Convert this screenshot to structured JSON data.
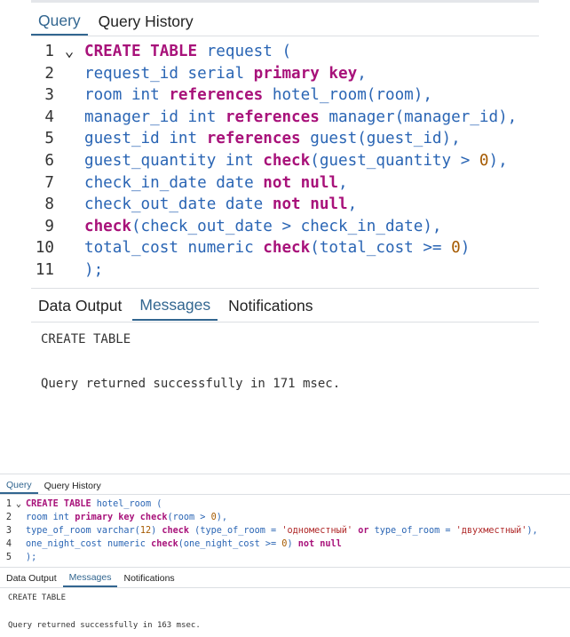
{
  "top": {
    "tabs": [
      {
        "label": "Query",
        "active": true
      },
      {
        "label": "Query History",
        "active": false
      }
    ],
    "code_lines": [
      {
        "n": "1",
        "fold": "⌄",
        "tokens": [
          [
            "kw",
            "CREATE TABLE"
          ],
          [
            "ct",
            " request ("
          ]
        ]
      },
      {
        "n": "2",
        "tokens": [
          [
            "ct",
            "request_id serial "
          ],
          [
            "kw",
            "primary key"
          ],
          [
            "ct",
            ","
          ]
        ]
      },
      {
        "n": "3",
        "tokens": [
          [
            "ct",
            "room int "
          ],
          [
            "kw",
            "references"
          ],
          [
            "ct",
            " hotel_room(room),"
          ]
        ]
      },
      {
        "n": "4",
        "tokens": [
          [
            "ct",
            "manager_id int "
          ],
          [
            "kw",
            "references"
          ],
          [
            "ct",
            " manager(manager_id),"
          ]
        ]
      },
      {
        "n": "5",
        "tokens": [
          [
            "ct",
            "guest_id int "
          ],
          [
            "kw",
            "references"
          ],
          [
            "ct",
            " guest(guest_id),"
          ]
        ]
      },
      {
        "n": "6",
        "tokens": [
          [
            "ct",
            "guest_quantity int "
          ],
          [
            "kw",
            "check"
          ],
          [
            "ct",
            "(guest_quantity > "
          ],
          [
            "num",
            "0"
          ],
          [
            "ct",
            "),"
          ]
        ]
      },
      {
        "n": "7",
        "tokens": [
          [
            "ct",
            "check_in_date date "
          ],
          [
            "kw",
            "not null"
          ],
          [
            "ct",
            ","
          ]
        ]
      },
      {
        "n": "8",
        "tokens": [
          [
            "ct",
            "check_out_date date "
          ],
          [
            "kw",
            "not null"
          ],
          [
            "ct",
            ","
          ]
        ]
      },
      {
        "n": "9",
        "tokens": [
          [
            "kw",
            "check"
          ],
          [
            "ct",
            "(check_out_date > check_in_date),"
          ]
        ]
      },
      {
        "n": "10",
        "tokens": [
          [
            "ct",
            "total_cost numeric "
          ],
          [
            "kw",
            "check"
          ],
          [
            "ct",
            "(total_cost >= "
          ],
          [
            "num",
            "0"
          ],
          [
            "ct",
            ")"
          ]
        ]
      },
      {
        "n": "11",
        "tokens": [
          [
            "ct",
            ");"
          ]
        ]
      }
    ],
    "output_tabs": [
      {
        "label": "Data Output",
        "active": false
      },
      {
        "label": "Messages",
        "active": true
      },
      {
        "label": "Notifications",
        "active": false
      }
    ],
    "message_line1": "CREATE TABLE",
    "message_line2": "Query returned successfully in 171 msec."
  },
  "bottom": {
    "tabs": [
      {
        "label": "Query",
        "active": true
      },
      {
        "label": "Query History",
        "active": false
      }
    ],
    "code_lines": [
      {
        "n": "1",
        "fold": "⌄",
        "tokens": [
          [
            "kw",
            "CREATE TABLE"
          ],
          [
            "ct",
            " hotel_room ("
          ]
        ]
      },
      {
        "n": "2",
        "tokens": [
          [
            "ct",
            "room int "
          ],
          [
            "kw",
            "primary key check"
          ],
          [
            "ct",
            "(room > "
          ],
          [
            "num",
            "0"
          ],
          [
            "ct",
            "),"
          ]
        ]
      },
      {
        "n": "3",
        "tokens": [
          [
            "ct",
            "type_of_room varchar("
          ],
          [
            "num",
            "12"
          ],
          [
            "ct",
            ") "
          ],
          [
            "kw",
            "check"
          ],
          [
            "ct",
            " (type_of_room = "
          ],
          [
            "str",
            "'одноместный'"
          ],
          [
            "ct",
            " "
          ],
          [
            "kw",
            "or"
          ],
          [
            "ct",
            " type_of_room = "
          ],
          [
            "str",
            "'двухместный'"
          ],
          [
            "ct",
            "),"
          ]
        ]
      },
      {
        "n": "4",
        "tokens": [
          [
            "ct",
            "one_night_cost numeric "
          ],
          [
            "kw",
            "check"
          ],
          [
            "ct",
            "(one_night_cost >= "
          ],
          [
            "num",
            "0"
          ],
          [
            "ct",
            ") "
          ],
          [
            "kw",
            "not null"
          ]
        ]
      },
      {
        "n": "5",
        "tokens": [
          [
            "ct",
            ");"
          ]
        ]
      }
    ],
    "output_tabs": [
      {
        "label": "Data Output",
        "active": false
      },
      {
        "label": "Messages",
        "active": true
      },
      {
        "label": "Notifications",
        "active": false
      }
    ],
    "message_line1": "CREATE TABLE",
    "message_line2": "Query returned successfully in 163 msec."
  }
}
